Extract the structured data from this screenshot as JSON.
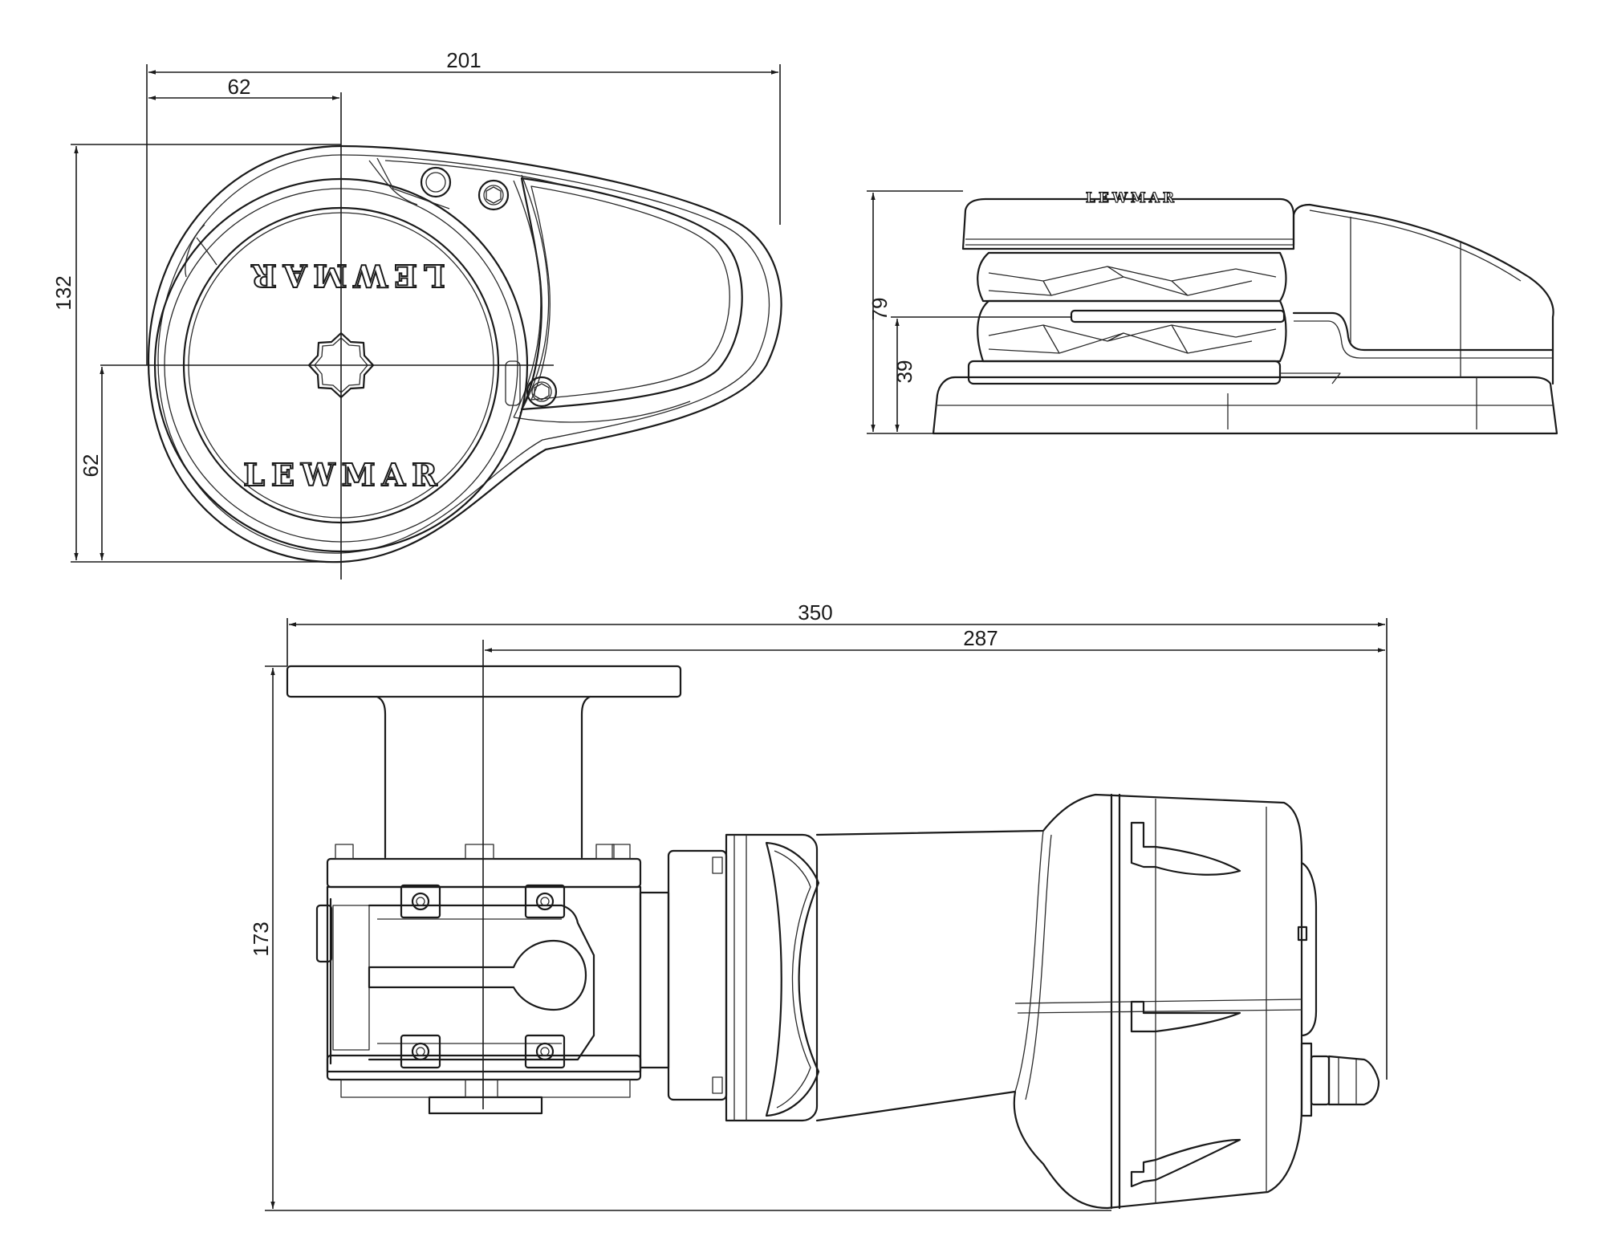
{
  "brand": "LEWMAR",
  "views": {
    "top": {
      "dims": {
        "overall_width": "201",
        "center_offset": "62",
        "overall_height": "132",
        "center_height": "62"
      }
    },
    "side": {
      "dims": {
        "overall_height": "79",
        "base_height": "39"
      }
    },
    "bottom": {
      "dims": {
        "overall_length": "350",
        "motor_length": "287",
        "overall_height": "173"
      }
    }
  }
}
